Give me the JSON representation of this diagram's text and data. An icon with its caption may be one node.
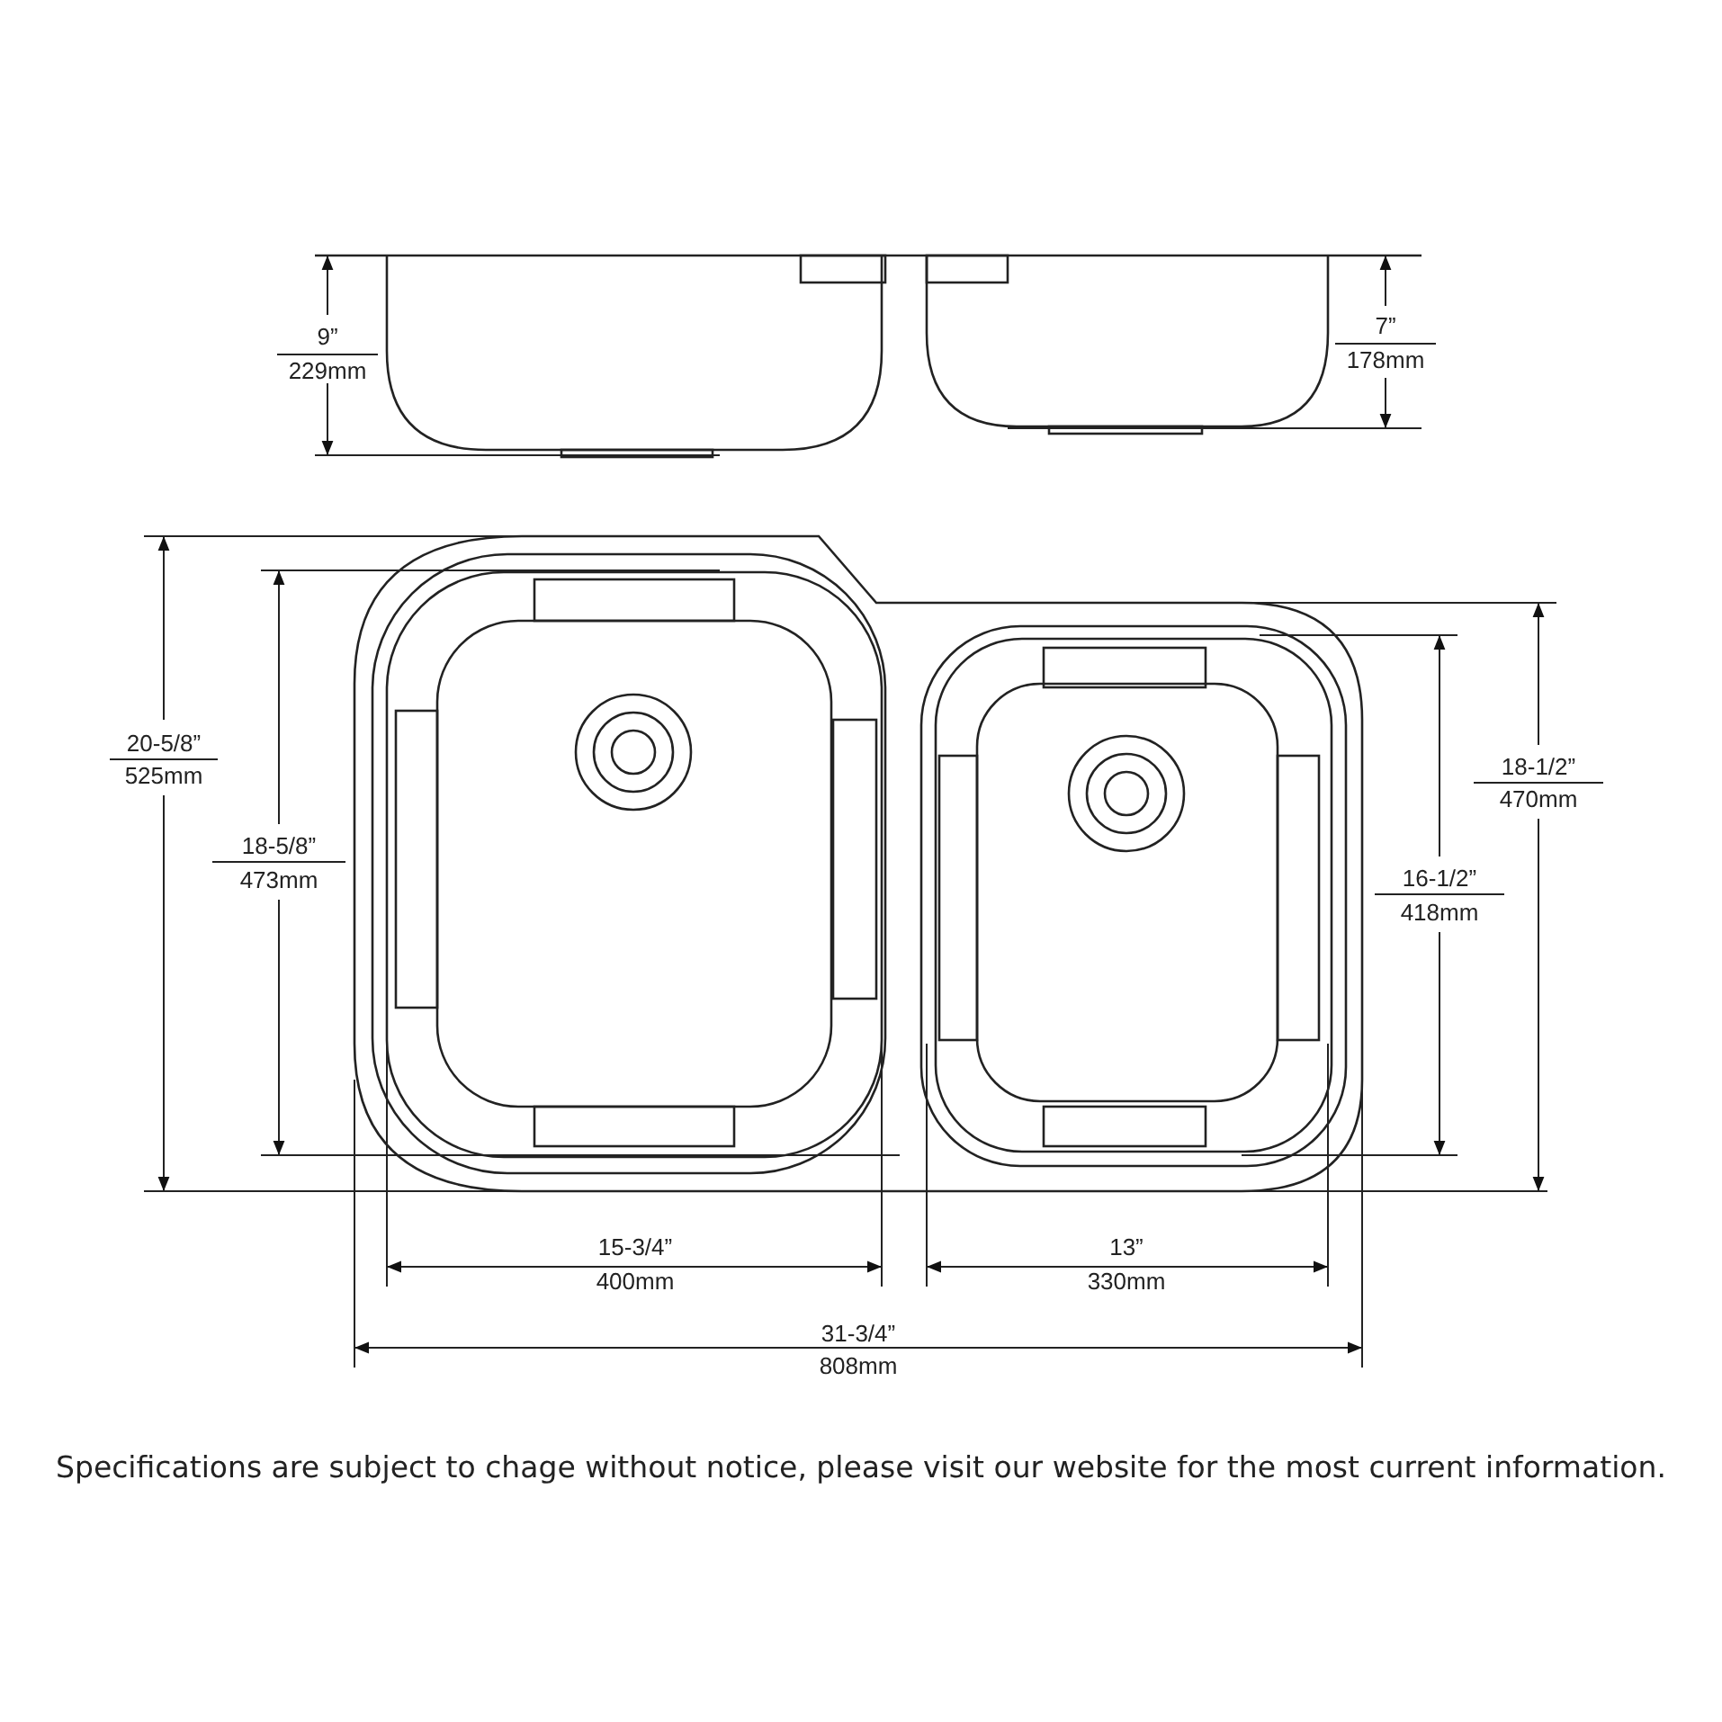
{
  "diagram": {
    "caption": "Specifications are subject to chage without notice, please visit our website for the most current information.",
    "labels": [
      "9”",
      "229mm",
      "7”",
      "178mm",
      "20-5/8”",
      "525mm",
      "18-5/8”",
      "473mm",
      "18-1/2”",
      "470mm",
      "16-1/2”",
      "418mm",
      "15-3/4”",
      "400mm",
      "13”",
      "330mm",
      "31-3/4”",
      "808mm"
    ]
  }
}
